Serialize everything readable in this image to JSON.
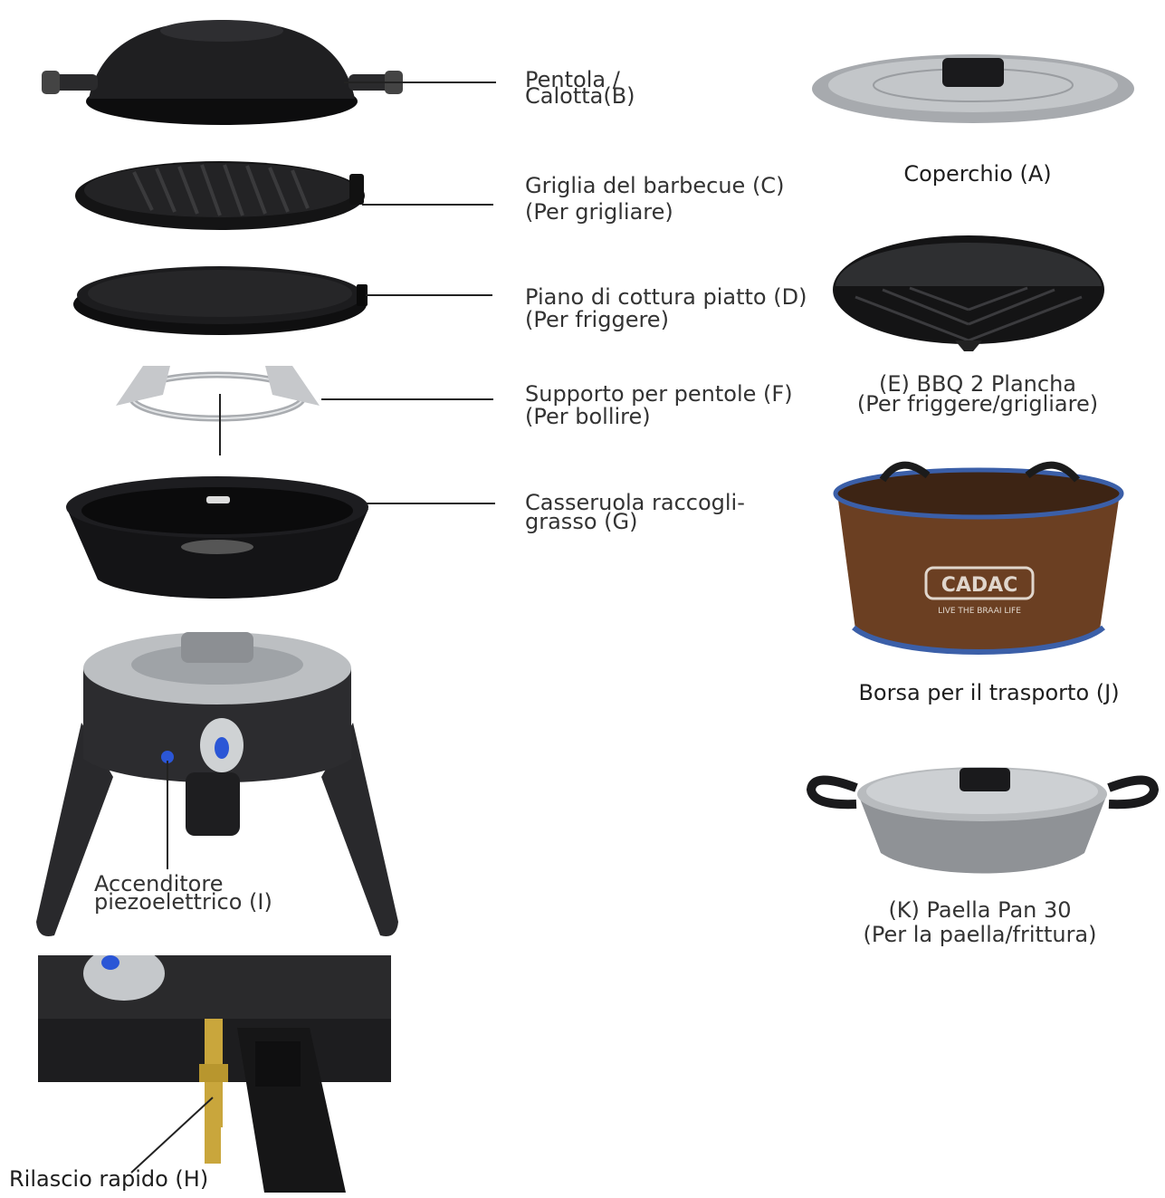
{
  "labels": {
    "pot": {
      "line1": "Pentola /",
      "line2": "Calotta(B)"
    },
    "grill": {
      "title": "Griglia del barbecue (C)",
      "sub": "(Per grigliare)"
    },
    "flat": {
      "title": "Piano di cottura piatto (D)",
      "sub": "(Per friggere)"
    },
    "support": {
      "title": "Supporto per pentole (F)",
      "sub": "(Per bollire)"
    },
    "drip": {
      "line1": "Casseruola raccogli-",
      "line2": "grasso (G)"
    },
    "lid": {
      "title": "Coperchio (A)"
    },
    "plancha": {
      "title": "(E) BBQ 2 Plancha",
      "sub": "(Per friggere/grigliare)"
    },
    "bag": {
      "title": "Borsa per il trasporto (J)"
    },
    "paella": {
      "title": "(K) Paella Pan 30",
      "sub": "(Per la paella/frittura)"
    },
    "igniter": {
      "line1": "Accenditore",
      "line2": "piezoelettrico (I)"
    },
    "release": {
      "title": "Rilascio rapido (H)"
    }
  },
  "bag_logo": {
    "brand": "CADAC",
    "tagline": "LIVE THE BRAAI LIFE"
  },
  "colors": {
    "dark": "#1a1a1c",
    "metal": "#b9bcbf",
    "bag_brown": "#6b3f22",
    "bag_trim": "#3b5fa8",
    "accent_blue": "#2b56d6",
    "brass": "#c9a63c"
  }
}
